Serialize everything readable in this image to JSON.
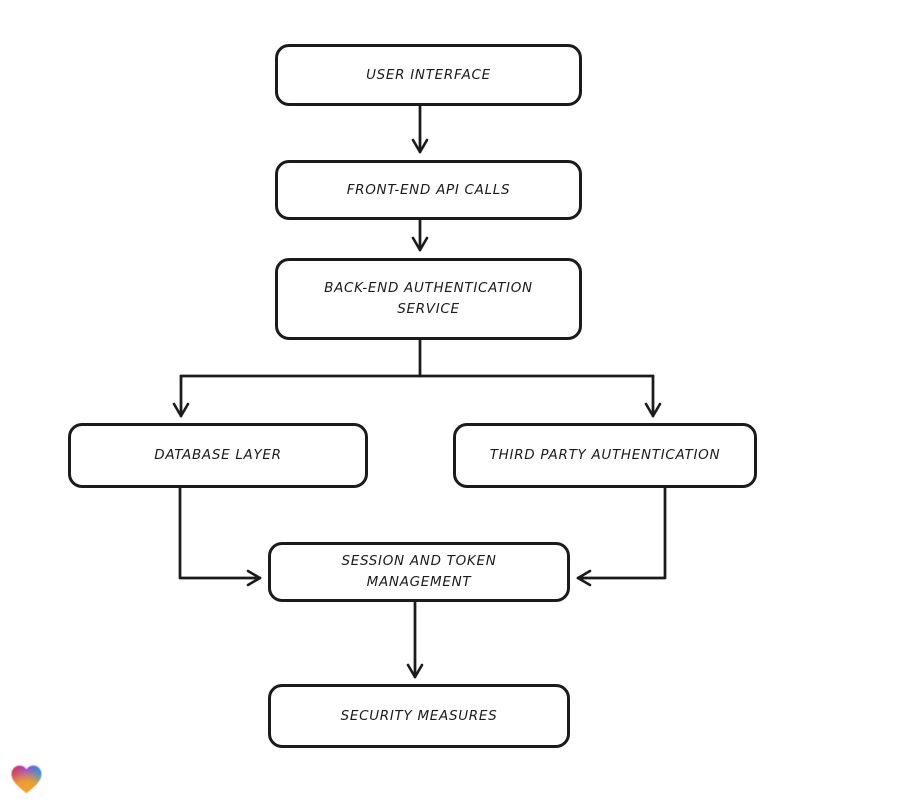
{
  "canvas": {
    "background": "#ffffff"
  },
  "diagram": {
    "type": "flowchart",
    "stroke_color": "#1b1b1b",
    "node_fill": "#ffffff",
    "nodes": [
      {
        "id": "user-interface",
        "label": "USER INTERFACE"
      },
      {
        "id": "front-end-api-calls",
        "label": "FRONT-END API CALLS"
      },
      {
        "id": "back-end-authentication-service",
        "label": "BACK-END AUTHENTICATION\nSERVICE"
      },
      {
        "id": "database-layer",
        "label": "DATABASE LAYER"
      },
      {
        "id": "third-party-authentication",
        "label": "THIRD PARTY AUTHENTICATION"
      },
      {
        "id": "session-and-token-management",
        "label": "SESSION AND TOKEN\nMANAGEMENT"
      },
      {
        "id": "security-measures",
        "label": "SECURITY MEASURES"
      }
    ],
    "edges": [
      {
        "from": "user-interface",
        "to": "front-end-api-calls"
      },
      {
        "from": "front-end-api-calls",
        "to": "back-end-authentication-service"
      },
      {
        "from": "back-end-authentication-service",
        "to": "database-layer"
      },
      {
        "from": "back-end-authentication-service",
        "to": "third-party-authentication"
      },
      {
        "from": "database-layer",
        "to": "session-and-token-management"
      },
      {
        "from": "third-party-authentication",
        "to": "session-and-token-management"
      },
      {
        "from": "session-and-token-management",
        "to": "security-measures"
      }
    ]
  },
  "branding": {
    "logo": "gradient-heart",
    "logo_colors": [
      "#e8333f",
      "#9a4fd8",
      "#1d9fe0",
      "#f9a21f"
    ]
  }
}
